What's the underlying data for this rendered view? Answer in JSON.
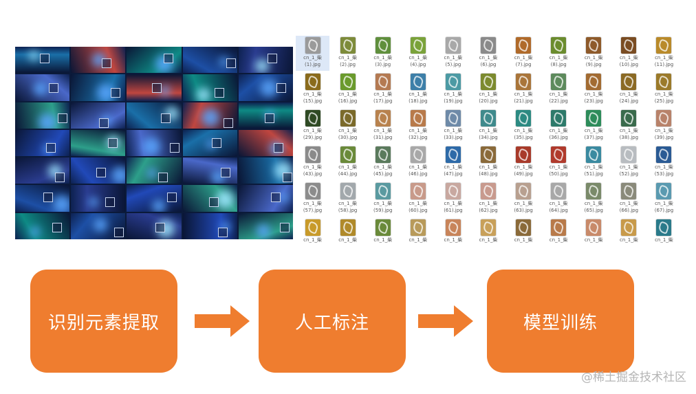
{
  "screenshots": {
    "rows": 7,
    "cols": 5,
    "palette": [
      "#1a6fa8",
      "#2149b8",
      "#0e8a84",
      "#4a68c9",
      "#2a3c8f",
      "#c0463f",
      "#2d9f8a",
      "#1d4fa5"
    ]
  },
  "icon_grid": {
    "cols": 11,
    "selected_index": 0,
    "items": [
      {
        "name": "cn_1_柴",
        "num": "(1).jpg",
        "color": "#9a9a9a"
      },
      {
        "name": "cn_1_柴",
        "num": "(2).jpg",
        "color": "#7d8b3a"
      },
      {
        "name": "cn_1_柴",
        "num": "(3).jpg",
        "color": "#5f8f3c"
      },
      {
        "name": "cn_1_柴",
        "num": "(4).jpg",
        "color": "#7aa23a"
      },
      {
        "name": "cn_1_柴",
        "num": "(5).jpg",
        "color": "#a8a8a8"
      },
      {
        "name": "cn_1_柴",
        "num": "(6).jpg",
        "color": "#8a8a8a"
      },
      {
        "name": "cn_1_柴",
        "num": "(7).jpg",
        "color": "#b06a2a"
      },
      {
        "name": "cn_1_柴",
        "num": "(8).jpg",
        "color": "#6b8c2e"
      },
      {
        "name": "cn_1_柴",
        "num": "(9).jpg",
        "color": "#8e5a2a"
      },
      {
        "name": "cn_1_柴",
        "num": "(10).jpg",
        "color": "#7a4c22"
      },
      {
        "name": "cn_1_柴",
        "num": "(11).jpg",
        "color": "#b98a2a"
      },
      {
        "name": "cn_1_柴",
        "num": "(15).jpg",
        "color": "#8a6b1c"
      },
      {
        "name": "cn_1_柴",
        "num": "(16).jpg",
        "color": "#6a9a2c"
      },
      {
        "name": "cn_1_柴",
        "num": "(17).jpg",
        "color": "#b47a52"
      },
      {
        "name": "cn_1_柴",
        "num": "(18).jpg",
        "color": "#3d7fa8"
      },
      {
        "name": "cn_1_柴",
        "num": "(19).jpg",
        "color": "#4c9aa4"
      },
      {
        "name": "cn_1_柴",
        "num": "(20).jpg",
        "color": "#7c8a2e"
      },
      {
        "name": "cn_1_柴",
        "num": "(21).jpg",
        "color": "#a9753a"
      },
      {
        "name": "cn_1_柴",
        "num": "(22).jpg",
        "color": "#5d8a5c"
      },
      {
        "name": "cn_1_柴",
        "num": "(23).jpg",
        "color": "#a26b32"
      },
      {
        "name": "cn_1_柴",
        "num": "(24).jpg",
        "color": "#8b6a24"
      },
      {
        "name": "cn_1_柴",
        "num": "(25).jpg",
        "color": "#9b7a2a"
      },
      {
        "name": "cn_1_柴",
        "num": "(29).jpg",
        "color": "#2f4a24"
      },
      {
        "name": "cn_1_柴",
        "num": "(30).jpg",
        "color": "#7b6a2a"
      },
      {
        "name": "cn_1_柴",
        "num": "(31).jpg",
        "color": "#b8824e"
      },
      {
        "name": "cn_1_柴",
        "num": "(32).jpg",
        "color": "#b87a4a"
      },
      {
        "name": "cn_1_柴",
        "num": "(33).jpg",
        "color": "#6e8aa8"
      },
      {
        "name": "cn_1_柴",
        "num": "(34).jpg",
        "color": "#3f8a8c"
      },
      {
        "name": "cn_1_柴",
        "num": "(35).jpg",
        "color": "#2c8a82"
      },
      {
        "name": "cn_1_柴",
        "num": "(36).jpg",
        "color": "#2d7a6a"
      },
      {
        "name": "cn_1_柴",
        "num": "(37).jpg",
        "color": "#2d8c5a"
      },
      {
        "name": "cn_1_柴",
        "num": "(38).jpg",
        "color": "#3a6b4c"
      },
      {
        "name": "cn_1_柴",
        "num": "(39).jpg",
        "color": "#b8826a"
      },
      {
        "name": "cn_1_柴",
        "num": "(43).jpg",
        "color": "#8a8a8a"
      },
      {
        "name": "cn_1_柴",
        "num": "(44).jpg",
        "color": "#6a8a3a"
      },
      {
        "name": "cn_1_柴",
        "num": "(45).jpg",
        "color": "#5a7a5c"
      },
      {
        "name": "cn_1_柴",
        "num": "(46).jpg",
        "color": "#a8a8a8"
      },
      {
        "name": "cn_1_柴",
        "num": "(47).jpg",
        "color": "#2d6aa8"
      },
      {
        "name": "cn_1_柴",
        "num": "(48).jpg",
        "color": "#8a6a3a"
      },
      {
        "name": "cn_1_柴",
        "num": "(49).jpg",
        "color": "#a83a2a"
      },
      {
        "name": "cn_1_柴",
        "num": "(50).jpg",
        "color": "#b03a2c"
      },
      {
        "name": "cn_1_柴",
        "num": "(51).jpg",
        "color": "#3a8aa0"
      },
      {
        "name": "cn_1_柴",
        "num": "(52).jpg",
        "color": "#b8bcc0"
      },
      {
        "name": "cn_1_柴",
        "num": "(53).jpg",
        "color": "#2a5a94"
      },
      {
        "name": "cn_1_柴",
        "num": "(57).jpg",
        "color": "#8c8c8c"
      },
      {
        "name": "cn_1_柴",
        "num": "(58).jpg",
        "color": "#a2a8ac"
      },
      {
        "name": "cn_1_柴",
        "num": "(59).jpg",
        "color": "#5a9aa0"
      },
      {
        "name": "cn_1_柴",
        "num": "(60).jpg",
        "color": "#c89a8a"
      },
      {
        "name": "cn_1_柴",
        "num": "(61).jpg",
        "color": "#c8a8a0"
      },
      {
        "name": "cn_1_柴",
        "num": "(62).jpg",
        "color": "#c89a8e"
      },
      {
        "name": "cn_1_柴",
        "num": "(63).jpg",
        "color": "#b8a090"
      },
      {
        "name": "cn_1_柴",
        "num": "(64).jpg",
        "color": "#a8a8a8"
      },
      {
        "name": "cn_1_柴",
        "num": "(65).jpg",
        "color": "#7a8a6a"
      },
      {
        "name": "cn_1_柴",
        "num": "(66).jpg",
        "color": "#8a8a7a"
      },
      {
        "name": "cn_1_柴",
        "num": "(67).jpg",
        "color": "#5a9ab0"
      },
      {
        "name": "cn_1_柴",
        "num": "",
        "color": "#c89a2a"
      },
      {
        "name": "cn_1_柴",
        "num": "",
        "color": "#b08a2a"
      },
      {
        "name": "cn_1_柴",
        "num": "",
        "color": "#6a8a3a"
      },
      {
        "name": "cn_1_柴",
        "num": "",
        "color": "#b89a5a"
      },
      {
        "name": "cn_1_柴",
        "num": "",
        "color": "#c8845a"
      },
      {
        "name": "cn_1_柴",
        "num": "",
        "color": "#c8a05a"
      },
      {
        "name": "cn_1_柴",
        "num": "",
        "color": "#8a6a3a"
      },
      {
        "name": "cn_1_柴",
        "num": "",
        "color": "#b87a4a"
      },
      {
        "name": "cn_1_柴",
        "num": "",
        "color": "#c88a6a"
      },
      {
        "name": "cn_1_柴",
        "num": "",
        "color": "#c89a4a"
      },
      {
        "name": "cn_1_柴",
        "num": "",
        "color": "#2a7a8a"
      }
    ]
  },
  "flow": {
    "step1": "识别元素提取",
    "step2": "人工标注",
    "step3": "模型训练",
    "box_color": "#ef7d2f"
  },
  "watermark": "@稀土掘金技术社区"
}
